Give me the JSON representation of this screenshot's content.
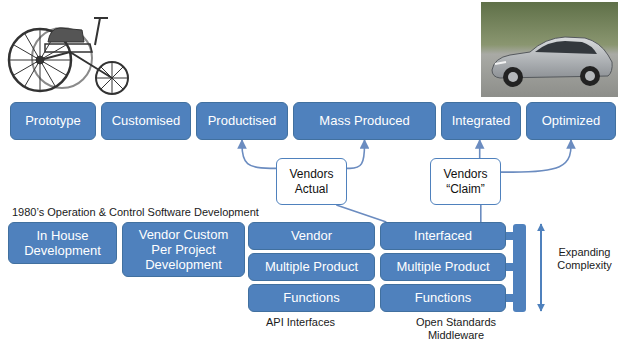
{
  "diagram": {
    "nodes": [
      {
        "text": [
          "Prototype"
        ]
      },
      {
        "text": [
          "Customised"
        ]
      },
      {
        "text": [
          "Productised"
        ]
      },
      {
        "text": [
          "Mass Produced"
        ]
      },
      {
        "text": [
          "Integrated"
        ]
      },
      {
        "text": [
          "Optimized"
        ]
      },
      {
        "text": [
          "Vendors Actual"
        ]
      },
      {
        "text": [
          "Vendors “Claim”"
        ]
      },
      {
        "text": [
          "In House Development"
        ]
      },
      {
        "text": [
          "Vendor Custom Per Project Development"
        ]
      },
      {
        "text": [
          "Vendor"
        ]
      },
      {
        "text": [
          "Multiple Product"
        ]
      },
      {
        "text": [
          "Functions"
        ]
      },
      {
        "text": [
          "Interfaced"
        ]
      },
      {
        "text": [
          "Multiple Product"
        ]
      },
      {
        "text": [
          "Functions"
        ]
      }
    ],
    "edges": [
      {
        "from": 6,
        "to": 2,
        "arrow": "to"
      },
      {
        "from": 6,
        "to": 3,
        "arrow": "to"
      },
      {
        "from": 7,
        "to": 4,
        "arrow": "to"
      },
      {
        "from": 7,
        "to": 5,
        "arrow": "to"
      },
      {
        "from": 13,
        "to": 6,
        "arrow": "none"
      },
      {
        "from": 13,
        "to": 7,
        "arrow": "none"
      }
    ],
    "labels": [
      "1980’s Operation & Control Software Development",
      "API Interfaces",
      "Open Standards Middleware",
      "Expanding Complexity"
    ]
  }
}
